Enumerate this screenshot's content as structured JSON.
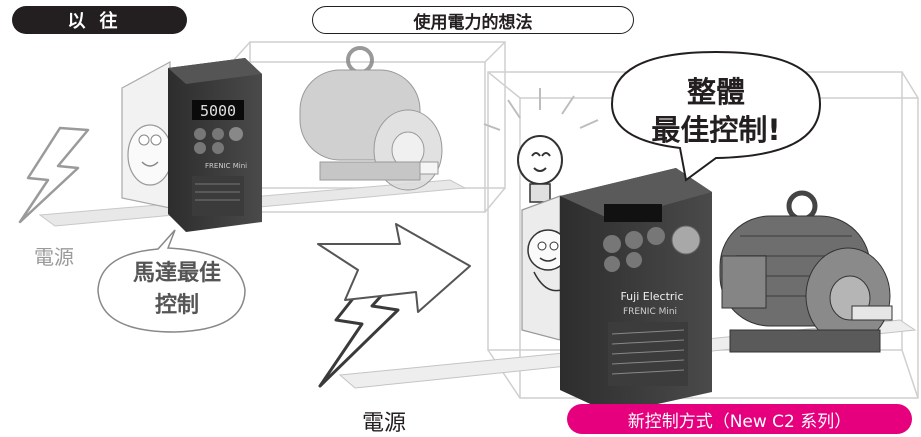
{
  "labels": {
    "past": "以往",
    "thinking": "使用電力的想法",
    "new_method": "新控制方式（New C2 系列）",
    "power_left": "電源",
    "power_bottom": "電源",
    "motor_bubble_line1": "馬達最佳",
    "motor_bubble_line2": "控制",
    "overall_line1": "整體",
    "overall_line2": "最佳控制!"
  },
  "inverter_small": {
    "display_value": "5000",
    "brand": "FRENIC Mini"
  },
  "inverter_large": {
    "brand": "Fuji Electric",
    "model": "FRENIC Mini"
  },
  "colors": {
    "accent_pink": "#e6007e",
    "dark": "#231f20",
    "gray_line": "#bdbdbd"
  },
  "icons": [
    "lightning-icon",
    "lightbulb-icon",
    "character-icon",
    "motor-icon",
    "inverter-icon"
  ]
}
